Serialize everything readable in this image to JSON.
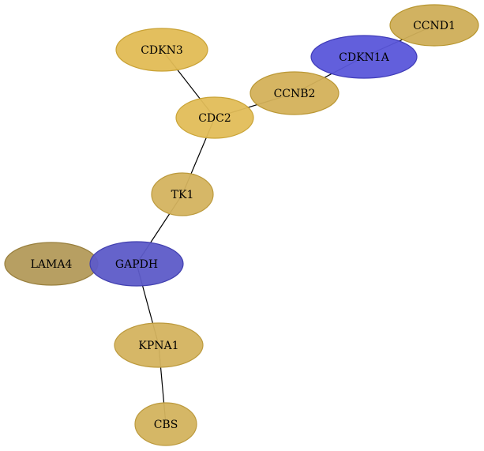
{
  "network": {
    "nodes": [
      {
        "id": "CCND1",
        "label": "CCND1",
        "fill": "#cfae58",
        "stroke": "#b8962f"
      },
      {
        "id": "CDKN1A",
        "label": "CDKN1A",
        "fill": "#5a56da",
        "stroke": "#3f3bb8"
      },
      {
        "id": "CDKN3",
        "label": "CDKN3",
        "fill": "#e2bc55",
        "stroke": "#c9a235"
      },
      {
        "id": "CCNB2",
        "label": "CCNB2",
        "fill": "#d4b15a",
        "stroke": "#bb9835"
      },
      {
        "id": "CDC2",
        "label": "CDC2",
        "fill": "#e2bd58",
        "stroke": "#c9a335"
      },
      {
        "id": "TK1",
        "label": "TK1",
        "fill": "#d4b35f",
        "stroke": "#bc9a3d"
      },
      {
        "id": "LAMA4",
        "label": "LAMA4",
        "fill": "#b39a5a",
        "stroke": "#987f3d"
      },
      {
        "id": "GAPDH",
        "label": "GAPDH",
        "fill": "#5d5bc8",
        "stroke": "#4240b0"
      },
      {
        "id": "KPNA1",
        "label": "KPNA1",
        "fill": "#d4b35f",
        "stroke": "#bc9a3d"
      },
      {
        "id": "CBS",
        "label": "CBS",
        "fill": "#d3b35e",
        "stroke": "#bc9a3d"
      }
    ],
    "edges": [
      {
        "from": "CCND1",
        "to": "CDKN1A"
      },
      {
        "from": "CDKN1A",
        "to": "CCNB2"
      },
      {
        "from": "CCNB2",
        "to": "CDC2"
      },
      {
        "from": "CDKN3",
        "to": "CDC2"
      },
      {
        "from": "CDC2",
        "to": "TK1"
      },
      {
        "from": "TK1",
        "to": "GAPDH"
      },
      {
        "from": "GAPDH",
        "to": "KPNA1"
      },
      {
        "from": "KPNA1",
        "to": "CBS"
      }
    ]
  }
}
